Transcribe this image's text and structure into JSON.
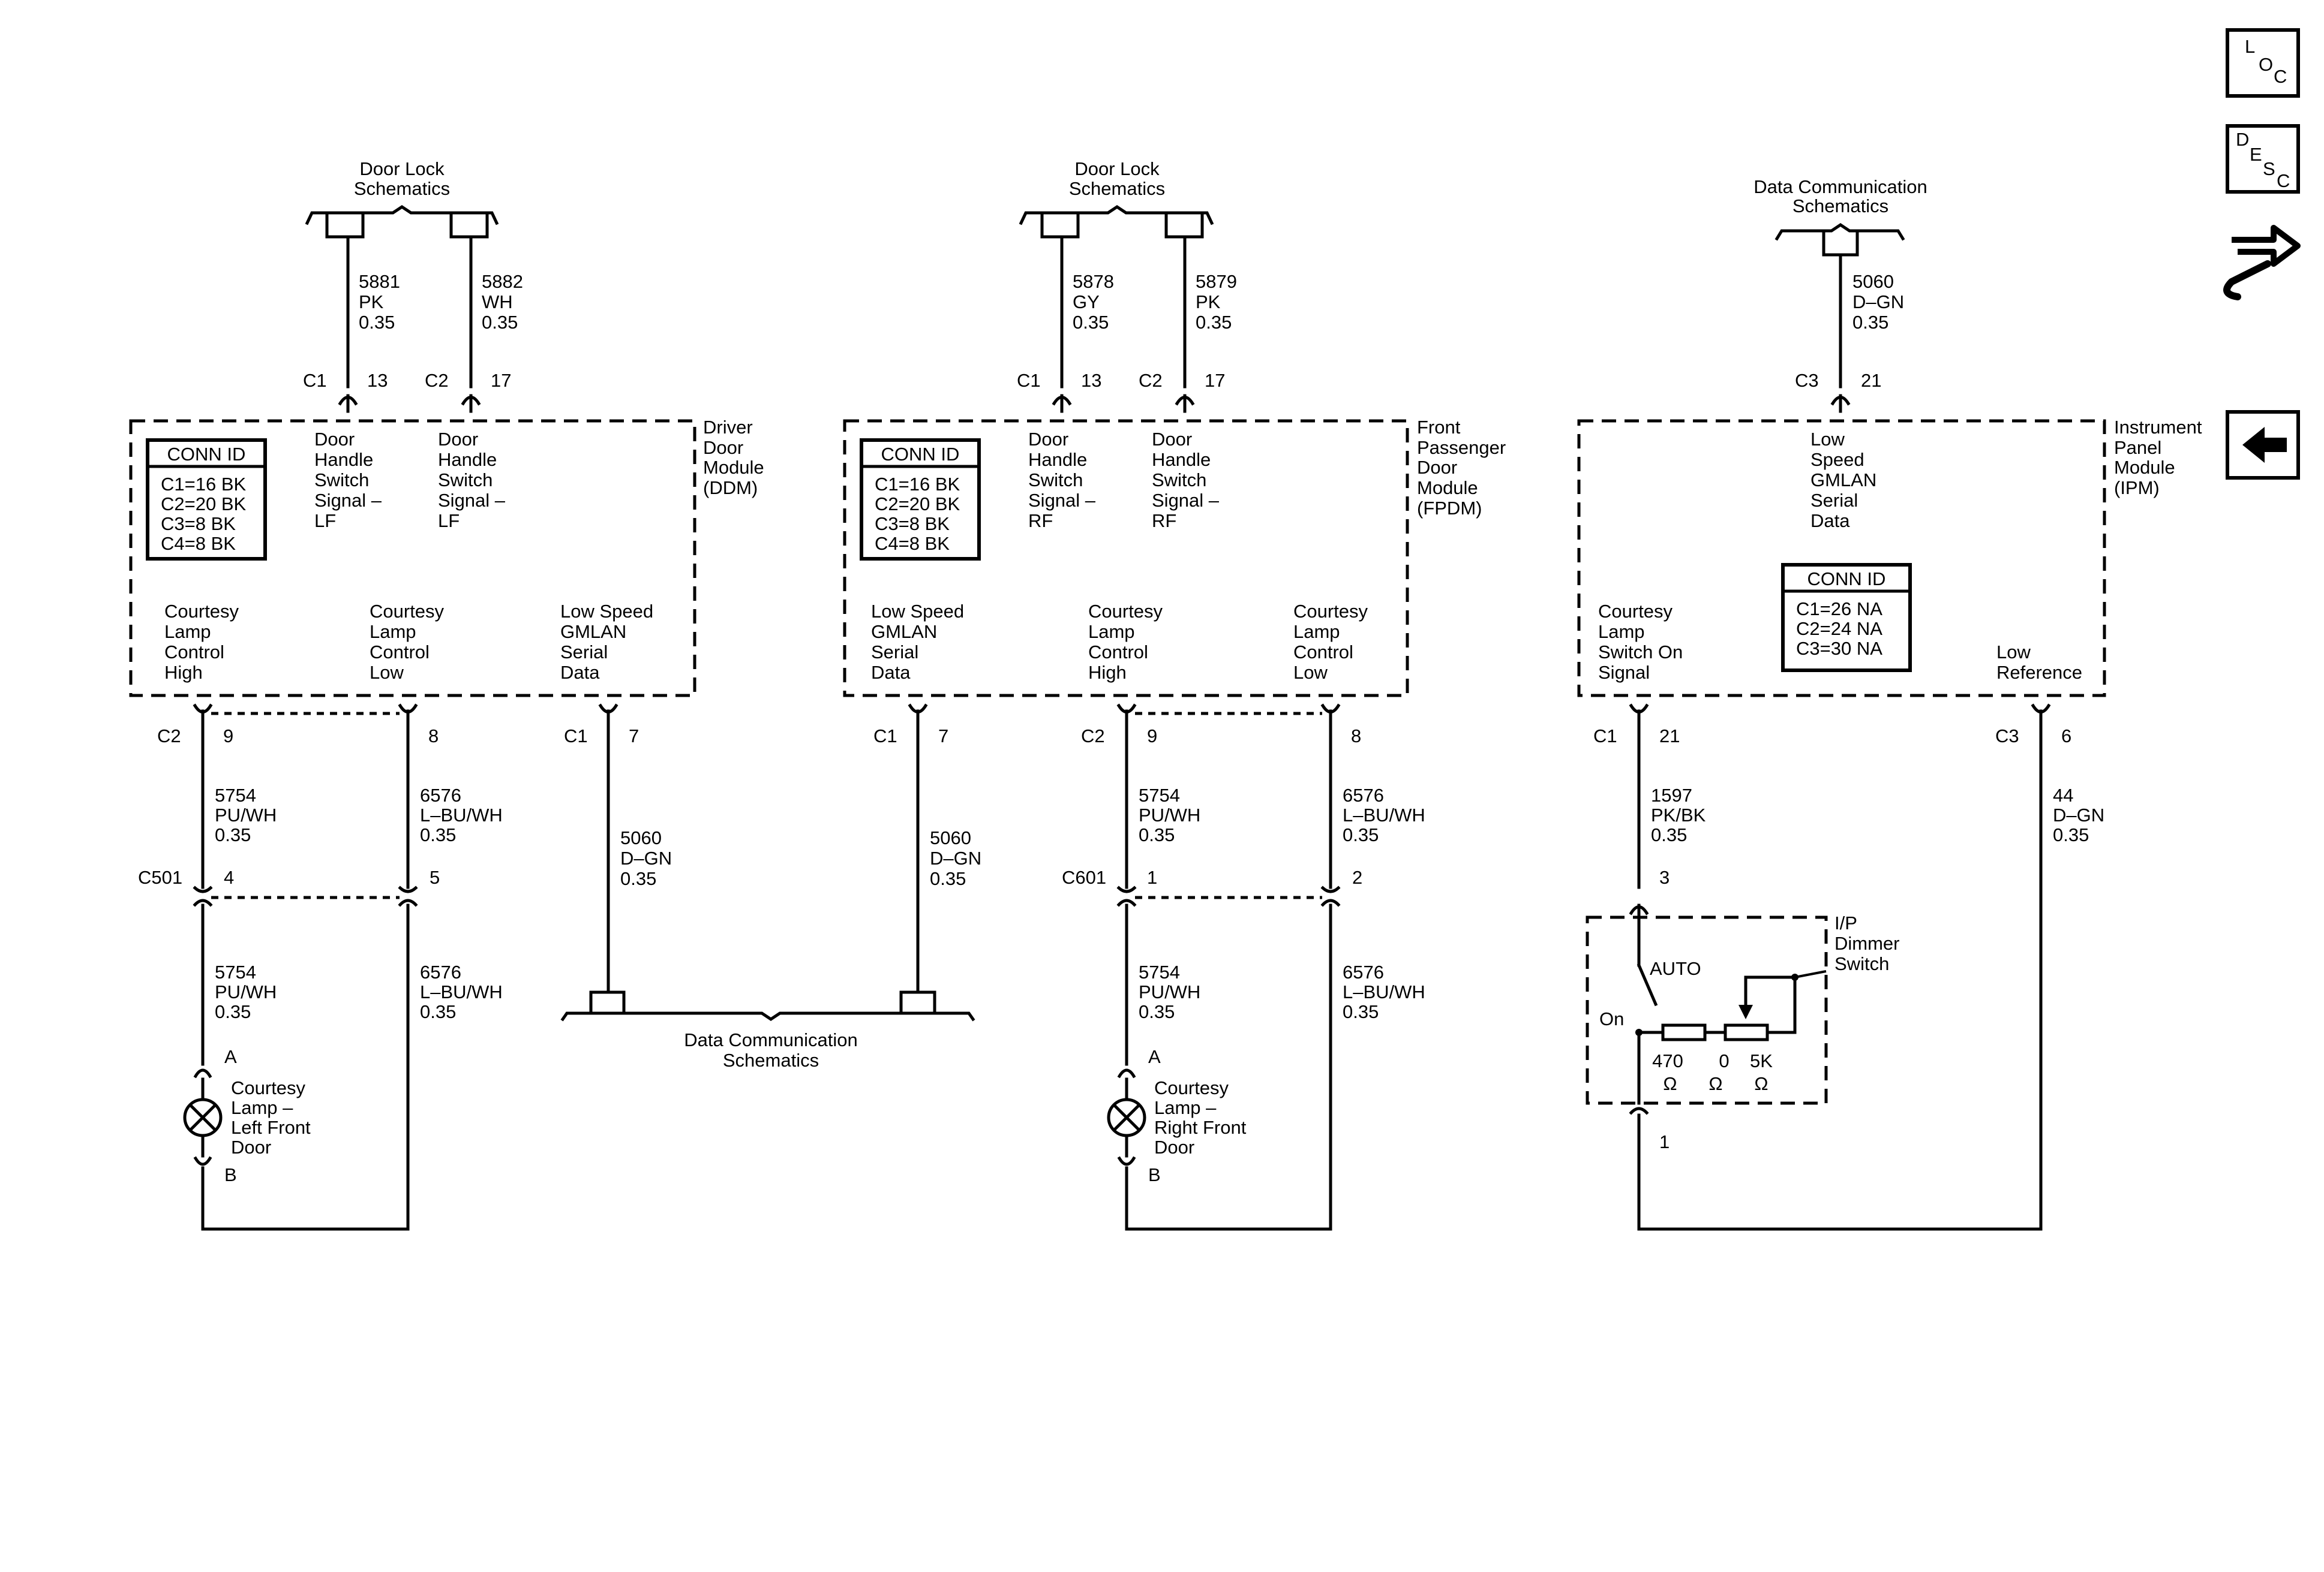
{
  "nav": {
    "loc": [
      "L",
      "O",
      "C"
    ],
    "desc": [
      "D",
      "E",
      "S",
      "C"
    ],
    "tool_icon": "connector-wrench-icon",
    "back_icon": "left-arrow-icon"
  },
  "ref": {
    "door_lock": [
      "Door Lock",
      "Schematics"
    ],
    "data_comm": [
      "Data Communication",
      "Schematics"
    ]
  },
  "ddm": {
    "name": [
      "Driver",
      "Door",
      "Module",
      "(DDM)"
    ],
    "conn_title": "CONN ID",
    "conn": [
      "C1=16 BK",
      "C2=20 BK",
      "C3=8 BK",
      "C4=8 BK"
    ],
    "sig_lf1": [
      "Door",
      "Handle",
      "Switch",
      "Signal –",
      "LF"
    ],
    "sig_lf2": [
      "Door",
      "Handle",
      "Switch",
      "Signal –",
      "LF"
    ],
    "lamp_high": [
      "Courtesy",
      "Lamp",
      "Control",
      "High"
    ],
    "lamp_low": [
      "Courtesy",
      "Lamp",
      "Control",
      "Low"
    ],
    "gmlan": [
      "Low Speed",
      "GMLAN",
      "Serial",
      "Data"
    ],
    "top_pins": [
      {
        "conn": "C1",
        "pin": "13"
      },
      {
        "conn": "C2",
        "pin": "17"
      }
    ],
    "bottom_pins": [
      {
        "conn": "C2",
        "pin": "9"
      },
      {
        "conn": "",
        "pin": "8"
      },
      {
        "conn": "C1",
        "pin": "7"
      }
    ],
    "wire_5881": [
      "5881",
      "PK",
      "0.35"
    ],
    "wire_5882": [
      "5882",
      "WH",
      "0.35"
    ],
    "wire_5754a": [
      "5754",
      "PU/WH",
      "0.35"
    ],
    "wire_6576a": [
      "6576",
      "L–BU/WH",
      "0.35"
    ],
    "wire_5060": [
      "5060",
      "D–GN",
      "0.35"
    ],
    "inline": {
      "conn": "C501",
      "pin_a": "4",
      "pin_b": "5"
    },
    "wire_5754b": [
      "5754",
      "PU/WH",
      "0.35"
    ],
    "wire_6576b": [
      "6576",
      "L–BU/WH",
      "0.35"
    ],
    "lamp_pin_a": "A",
    "lamp_pin_b": "B",
    "lamp": [
      "Courtesy",
      "Lamp –",
      "Left Front",
      "Door"
    ]
  },
  "fpdm": {
    "name": [
      "Front",
      "Passenger",
      "Door",
      "Module",
      "(FPDM)"
    ],
    "conn_title": "CONN ID",
    "conn": [
      "C1=16 BK",
      "C2=20 BK",
      "C3=8 BK",
      "C4=8 BK"
    ],
    "sig_rf1": [
      "Door",
      "Handle",
      "Switch",
      "Signal –",
      "RF"
    ],
    "sig_rf2": [
      "Door",
      "Handle",
      "Switch",
      "Signal –",
      "RF"
    ],
    "gmlan": [
      "Low Speed",
      "GMLAN",
      "Serial",
      "Data"
    ],
    "lamp_high": [
      "Courtesy",
      "Lamp",
      "Control",
      "High"
    ],
    "lamp_low": [
      "Courtesy",
      "Lamp",
      "Control",
      "Low"
    ],
    "top_pins": [
      {
        "conn": "C1",
        "pin": "13"
      },
      {
        "conn": "C2",
        "pin": "17"
      }
    ],
    "bottom_pins": [
      {
        "conn": "C1",
        "pin": "7"
      },
      {
        "conn": "C2",
        "pin": "9"
      },
      {
        "conn": "",
        "pin": "8"
      }
    ],
    "wire_5878": [
      "5878",
      "GY",
      "0.35"
    ],
    "wire_5879": [
      "5879",
      "PK",
      "0.35"
    ],
    "wire_5060": [
      "5060",
      "D–GN",
      "0.35"
    ],
    "wire_5754a": [
      "5754",
      "PU/WH",
      "0.35"
    ],
    "wire_6576a": [
      "6576",
      "L–BU/WH",
      "0.35"
    ],
    "inline": {
      "conn": "C601",
      "pin_a": "1",
      "pin_b": "2"
    },
    "wire_5754b": [
      "5754",
      "PU/WH",
      "0.35"
    ],
    "wire_6576b": [
      "6576",
      "L–BU/WH",
      "0.35"
    ],
    "lamp_pin_a": "A",
    "lamp_pin_b": "B",
    "lamp": [
      "Courtesy",
      "Lamp –",
      "Right Front",
      "Door"
    ]
  },
  "ipm": {
    "name": [
      "Instrument",
      "Panel",
      "Module",
      "(IPM)"
    ],
    "gmlan": [
      "Low",
      "Speed",
      "GMLAN",
      "Serial",
      "Data"
    ],
    "conn_title": "CONN ID",
    "conn": [
      "C1=26 NA",
      "C2=24 NA",
      "C3=30 NA"
    ],
    "switch_on": [
      "Courtesy",
      "Lamp",
      "Switch On",
      "Signal"
    ],
    "low_ref": [
      "Low",
      "Reference"
    ],
    "top_pin": {
      "conn": "C3",
      "pin": "21"
    },
    "wire_5060": [
      "5060",
      "D–GN",
      "0.35"
    ],
    "bottom_pins": [
      {
        "conn": "C1",
        "pin": "21"
      },
      {
        "conn": "C3",
        "pin": "6"
      }
    ],
    "wire_1597": [
      "1597",
      "PK/BK",
      "0.35"
    ],
    "wire_44": [
      "44",
      "D–GN",
      "0.35"
    ],
    "dimmer": {
      "name": [
        "I/P",
        "Dimmer",
        "Switch"
      ],
      "auto": "AUTO",
      "on": "On",
      "pin_top": "3",
      "pin_bottom": "1",
      "r1": "470",
      "r2": "0",
      "r3": "5K",
      "ohm": "Ω"
    }
  }
}
